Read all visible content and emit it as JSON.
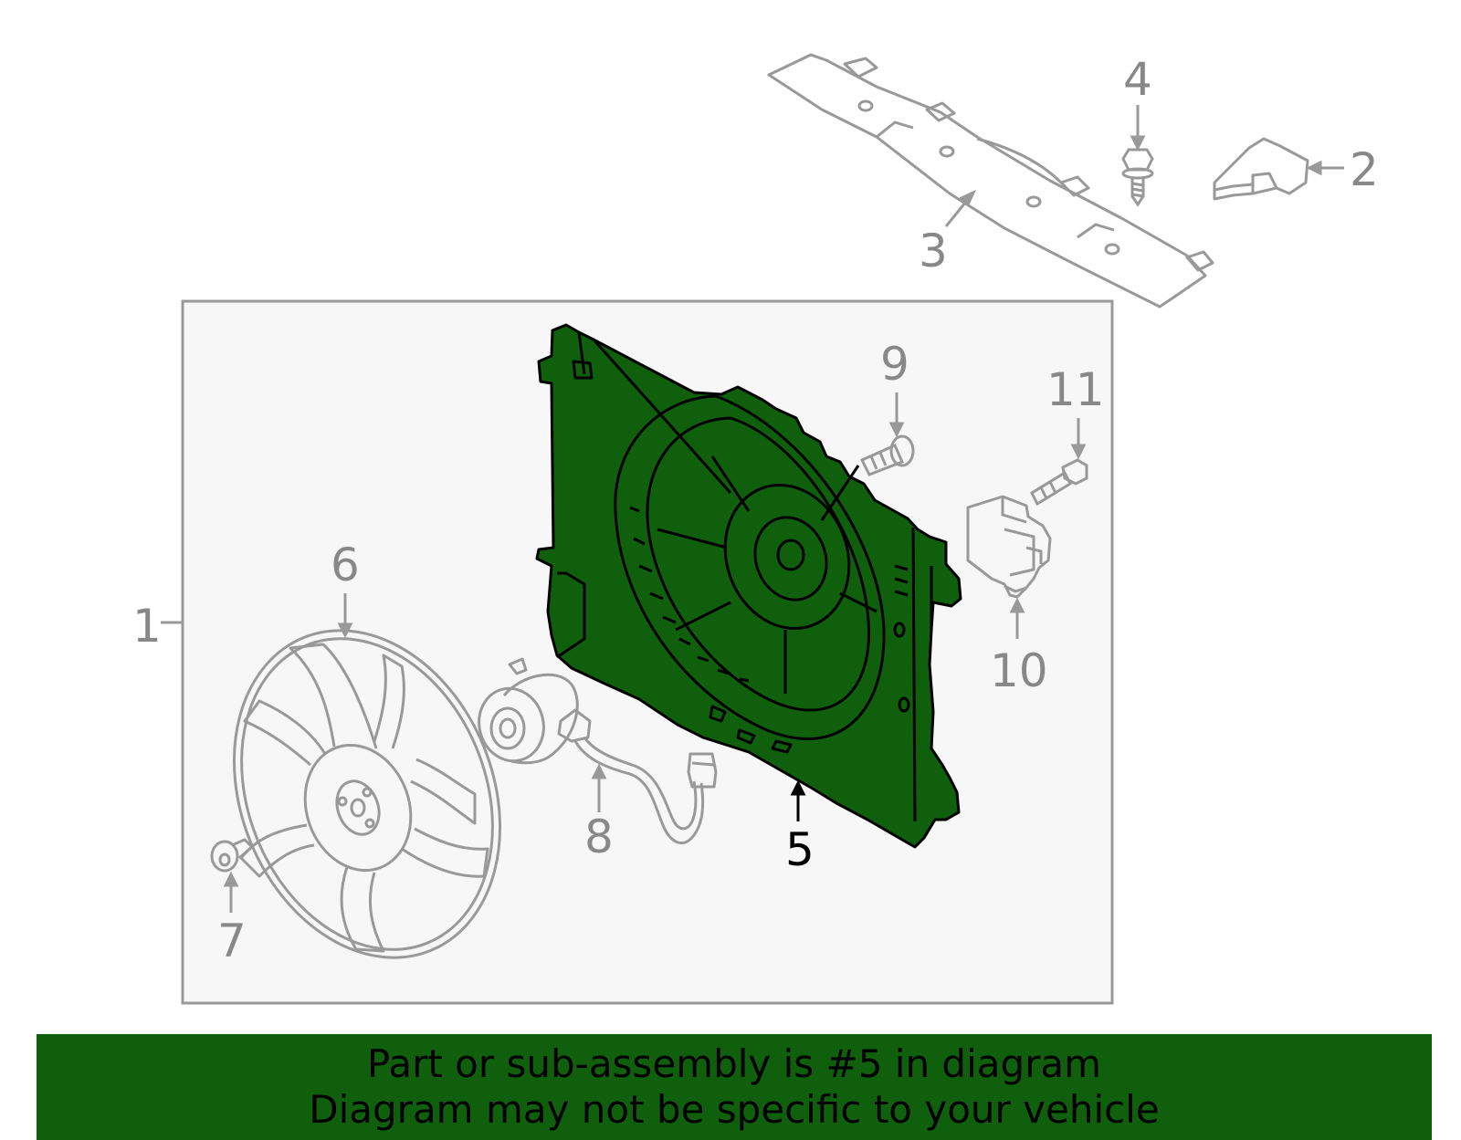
{
  "callouts": {
    "c1": "1",
    "c2": "2",
    "c3": "3",
    "c4": "4",
    "c5": "5",
    "c6": "6",
    "c7": "7",
    "c8": "8",
    "c9": "9",
    "c10": "10",
    "c11": "11"
  },
  "banner": {
    "line1": "Part or sub-assembly is #5 in diagram",
    "line2": "Diagram may not be specific to your vehicle"
  },
  "colors": {
    "highlight": "#0f5f0c",
    "line_gray": "#999999",
    "label_gray": "#888888",
    "active_label": "#000000"
  }
}
